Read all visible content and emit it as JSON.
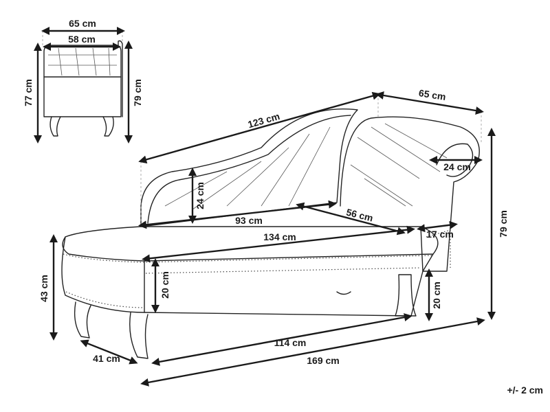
{
  "front_view": {
    "width_outer": "65 cm",
    "width_inner": "58 cm",
    "height_left": "77 cm",
    "height_right": "79 cm"
  },
  "main_view": {
    "backrest_length": "123 cm",
    "depth": "65 cm",
    "arm_width": "24 cm",
    "backrest_height": "24 cm",
    "seat_length_back": "93 cm",
    "seat_depth_inner": "56 cm",
    "seat_length_front": "134 cm",
    "arm_thickness": "17 cm",
    "total_height": "79 cm",
    "seat_height": "43 cm",
    "leg_height_left": "20 cm",
    "leg_height_right": "20 cm",
    "leg_span": "114 cm",
    "side_depth": "41 cm",
    "total_length": "169 cm"
  },
  "tolerance": "+/- 2 cm"
}
